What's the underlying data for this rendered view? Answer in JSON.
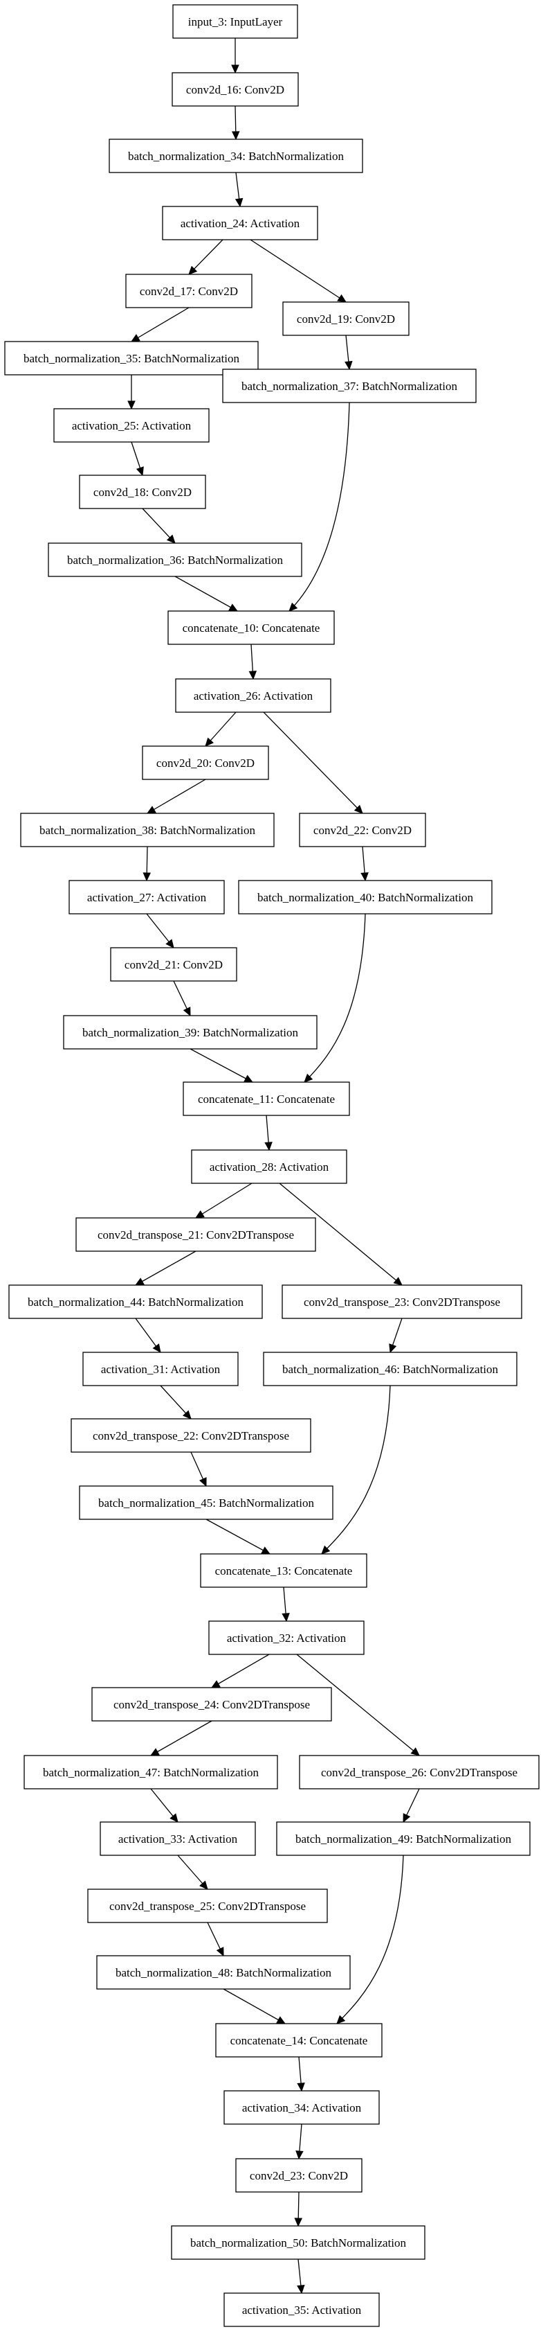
{
  "diagram": {
    "nodes": [
      {
        "id": "n0",
        "label": "input_3: InputLayer"
      },
      {
        "id": "n1",
        "label": "conv2d_16: Conv2D"
      },
      {
        "id": "n2",
        "label": "batch_normalization_34: BatchNormalization"
      },
      {
        "id": "n3",
        "label": "activation_24: Activation"
      },
      {
        "id": "n4",
        "label": "conv2d_17: Conv2D"
      },
      {
        "id": "n5",
        "label": "conv2d_19: Conv2D"
      },
      {
        "id": "n6",
        "label": "batch_normalization_35: BatchNormalization"
      },
      {
        "id": "n7",
        "label": "batch_normalization_37: BatchNormalization"
      },
      {
        "id": "n8",
        "label": "activation_25: Activation"
      },
      {
        "id": "n9",
        "label": "conv2d_18: Conv2D"
      },
      {
        "id": "n10",
        "label": "batch_normalization_36: BatchNormalization"
      },
      {
        "id": "n11",
        "label": "concatenate_10: Concatenate"
      },
      {
        "id": "n12",
        "label": "activation_26: Activation"
      },
      {
        "id": "n13",
        "label": "conv2d_20: Conv2D"
      },
      {
        "id": "n14",
        "label": "conv2d_22: Conv2D"
      },
      {
        "id": "n15",
        "label": "batch_normalization_38: BatchNormalization"
      },
      {
        "id": "n16",
        "label": "batch_normalization_40: BatchNormalization"
      },
      {
        "id": "n17",
        "label": "activation_27: Activation"
      },
      {
        "id": "n18",
        "label": "conv2d_21: Conv2D"
      },
      {
        "id": "n19",
        "label": "batch_normalization_39: BatchNormalization"
      },
      {
        "id": "n20",
        "label": "concatenate_11: Concatenate"
      },
      {
        "id": "n21",
        "label": "activation_28: Activation"
      },
      {
        "id": "n22",
        "label": "conv2d_transpose_21: Conv2DTranspose"
      },
      {
        "id": "n23",
        "label": "conv2d_transpose_23: Conv2DTranspose"
      },
      {
        "id": "n24",
        "label": "batch_normalization_44: BatchNormalization"
      },
      {
        "id": "n25",
        "label": "batch_normalization_46: BatchNormalization"
      },
      {
        "id": "n26",
        "label": "activation_31: Activation"
      },
      {
        "id": "n27",
        "label": "conv2d_transpose_22: Conv2DTranspose"
      },
      {
        "id": "n28",
        "label": "batch_normalization_45: BatchNormalization"
      },
      {
        "id": "n29",
        "label": "concatenate_13: Concatenate"
      },
      {
        "id": "n30",
        "label": "activation_32: Activation"
      },
      {
        "id": "n31",
        "label": "conv2d_transpose_24: Conv2DTranspose"
      },
      {
        "id": "n32",
        "label": "conv2d_transpose_26: Conv2DTranspose"
      },
      {
        "id": "n33",
        "label": "batch_normalization_47: BatchNormalization"
      },
      {
        "id": "n34",
        "label": "batch_normalization_49: BatchNormalization"
      },
      {
        "id": "n35",
        "label": "activation_33: Activation"
      },
      {
        "id": "n36",
        "label": "conv2d_transpose_25: Conv2DTranspose"
      },
      {
        "id": "n37",
        "label": "batch_normalization_48: BatchNormalization"
      },
      {
        "id": "n38",
        "label": "concatenate_14: Concatenate"
      },
      {
        "id": "n39",
        "label": "activation_34: Activation"
      },
      {
        "id": "n40",
        "label": "conv2d_23: Conv2D"
      },
      {
        "id": "n41",
        "label": "batch_normalization_50: BatchNormalization"
      },
      {
        "id": "n42",
        "label": "activation_35: Activation"
      }
    ],
    "edges": [
      {
        "from": "n0",
        "to": "n1"
      },
      {
        "from": "n1",
        "to": "n2"
      },
      {
        "from": "n2",
        "to": "n3"
      },
      {
        "from": "n3",
        "to": "n4"
      },
      {
        "from": "n3",
        "to": "n5"
      },
      {
        "from": "n4",
        "to": "n6"
      },
      {
        "from": "n6",
        "to": "n8"
      },
      {
        "from": "n8",
        "to": "n9"
      },
      {
        "from": "n9",
        "to": "n10"
      },
      {
        "from": "n5",
        "to": "n7"
      },
      {
        "from": "n10",
        "to": "n11"
      },
      {
        "from": "n7",
        "to": "n11"
      },
      {
        "from": "n11",
        "to": "n12"
      },
      {
        "from": "n12",
        "to": "n13"
      },
      {
        "from": "n12",
        "to": "n14"
      },
      {
        "from": "n13",
        "to": "n15"
      },
      {
        "from": "n15",
        "to": "n17"
      },
      {
        "from": "n17",
        "to": "n18"
      },
      {
        "from": "n18",
        "to": "n19"
      },
      {
        "from": "n14",
        "to": "n16"
      },
      {
        "from": "n19",
        "to": "n20"
      },
      {
        "from": "n16",
        "to": "n20"
      },
      {
        "from": "n20",
        "to": "n21"
      },
      {
        "from": "n21",
        "to": "n22"
      },
      {
        "from": "n21",
        "to": "n23"
      },
      {
        "from": "n22",
        "to": "n24"
      },
      {
        "from": "n24",
        "to": "n26"
      },
      {
        "from": "n26",
        "to": "n27"
      },
      {
        "from": "n27",
        "to": "n28"
      },
      {
        "from": "n23",
        "to": "n25"
      },
      {
        "from": "n28",
        "to": "n29"
      },
      {
        "from": "n25",
        "to": "n29"
      },
      {
        "from": "n29",
        "to": "n30"
      },
      {
        "from": "n30",
        "to": "n31"
      },
      {
        "from": "n30",
        "to": "n32"
      },
      {
        "from": "n31",
        "to": "n33"
      },
      {
        "from": "n33",
        "to": "n35"
      },
      {
        "from": "n35",
        "to": "n36"
      },
      {
        "from": "n36",
        "to": "n37"
      },
      {
        "from": "n32",
        "to": "n34"
      },
      {
        "from": "n37",
        "to": "n38"
      },
      {
        "from": "n34",
        "to": "n38"
      },
      {
        "from": "n38",
        "to": "n39"
      },
      {
        "from": "n39",
        "to": "n40"
      },
      {
        "from": "n40",
        "to": "n41"
      },
      {
        "from": "n41",
        "to": "n42"
      }
    ]
  }
}
